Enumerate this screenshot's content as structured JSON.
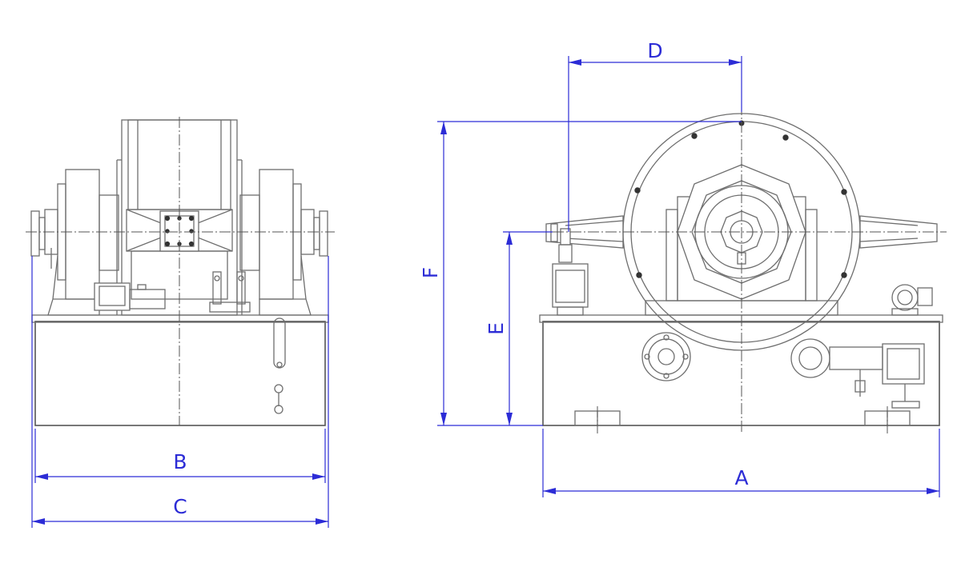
{
  "dimensions": {
    "a": "A",
    "b": "B",
    "c": "C",
    "d": "D",
    "e": "E",
    "f": "F"
  },
  "colors": {
    "dimension": "#2c2cd6",
    "outline": "#6e6e6e",
    "background": "#ffffff"
  }
}
